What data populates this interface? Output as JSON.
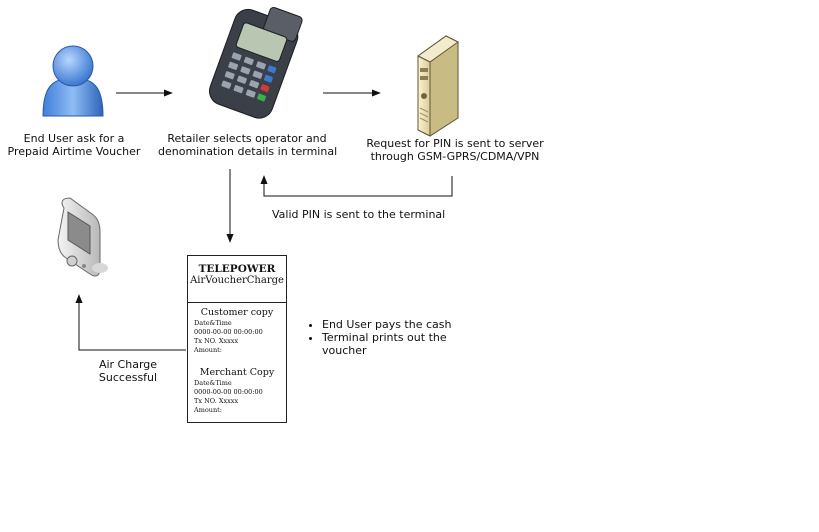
{
  "nodes": {
    "end_user": {
      "label": [
        "End User ask for a",
        "Prepaid Airtime Voucher"
      ]
    },
    "retailer": {
      "label": [
        "Retailer selects operator and",
        "denomination details in terminal"
      ]
    },
    "server": {
      "label": [
        "Request for PIN is sent to server",
        "through GSM-GPRS/CDMA/VPN"
      ]
    }
  },
  "edges": {
    "valid_pin": "Valid PIN is sent to  the terminal",
    "air_charge": [
      "Air Charge",
      "Successful"
    ]
  },
  "receipt": {
    "title": "TELEPOWER",
    "subtitle": "AirVoucherCharge",
    "sections": [
      {
        "heading": "Customer copy",
        "lines": [
          "Date&Time",
          "0000-00-00 00:00:00",
          "Tx NO. Xxxxx",
          "Amount:"
        ]
      },
      {
        "heading": "Merchant Copy",
        "lines": [
          "Date&Time",
          "0000-00-00 00:00:00",
          "Tx NO. Xxxxx",
          "Amount:"
        ]
      }
    ]
  },
  "bullets": [
    "End User pays the cash",
    "Terminal prints out the voucher"
  ]
}
